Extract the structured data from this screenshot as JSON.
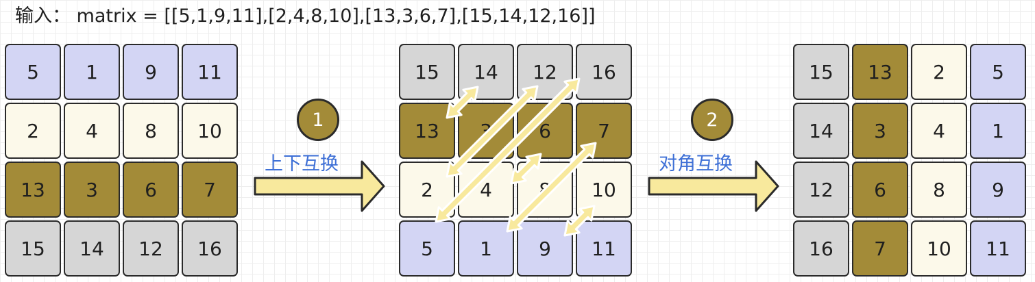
{
  "input_text": "输入： matrix = [[5,1,9,11],[2,4,8,10],[13,3,6,7],[15,14,12,16]]",
  "colors": {
    "blue": "#d3d5f4",
    "cream": "#fcf9ea",
    "olive": "#a38b38",
    "gray": "#d6d6d6",
    "arrow_fill": "#f8e99d",
    "arrow_stroke": "#2a2a2a",
    "label_blue": "#3d6fd6"
  },
  "steps": [
    {
      "number": "1",
      "label": "上下互换"
    },
    {
      "number": "2",
      "label": "对角互换"
    }
  ],
  "matrices": [
    {
      "rows": [
        [
          "5",
          "1",
          "9",
          "11"
        ],
        [
          "2",
          "4",
          "8",
          "10"
        ],
        [
          "13",
          "3",
          "6",
          "7"
        ],
        [
          "15",
          "14",
          "12",
          "16"
        ]
      ],
      "colors": [
        [
          "blue",
          "blue",
          "blue",
          "blue"
        ],
        [
          "cream",
          "cream",
          "cream",
          "cream"
        ],
        [
          "olive",
          "olive",
          "olive",
          "olive"
        ],
        [
          "gray",
          "gray",
          "gray",
          "gray"
        ]
      ]
    },
    {
      "rows": [
        [
          "15",
          "14",
          "12",
          "16"
        ],
        [
          "13",
          "3",
          "6",
          "7"
        ],
        [
          "2",
          "4",
          "8",
          "10"
        ],
        [
          "5",
          "1",
          "9",
          "11"
        ]
      ],
      "colors": [
        [
          "gray",
          "gray",
          "gray",
          "gray"
        ],
        [
          "olive",
          "olive",
          "olive",
          "olive"
        ],
        [
          "cream",
          "cream",
          "cream",
          "cream"
        ],
        [
          "blue",
          "blue",
          "blue",
          "blue"
        ]
      ]
    },
    {
      "rows": [
        [
          "15",
          "13",
          "2",
          "5"
        ],
        [
          "14",
          "3",
          "4",
          "1"
        ],
        [
          "12",
          "6",
          "8",
          "9"
        ],
        [
          "16",
          "7",
          "10",
          "11"
        ]
      ],
      "colors": [
        [
          "gray",
          "olive",
          "cream",
          "blue"
        ],
        [
          "gray",
          "olive",
          "cream",
          "blue"
        ],
        [
          "gray",
          "olive",
          "cream",
          "blue"
        ],
        [
          "gray",
          "olive",
          "cream",
          "blue"
        ]
      ]
    }
  ],
  "swap_arrow_count": 6
}
